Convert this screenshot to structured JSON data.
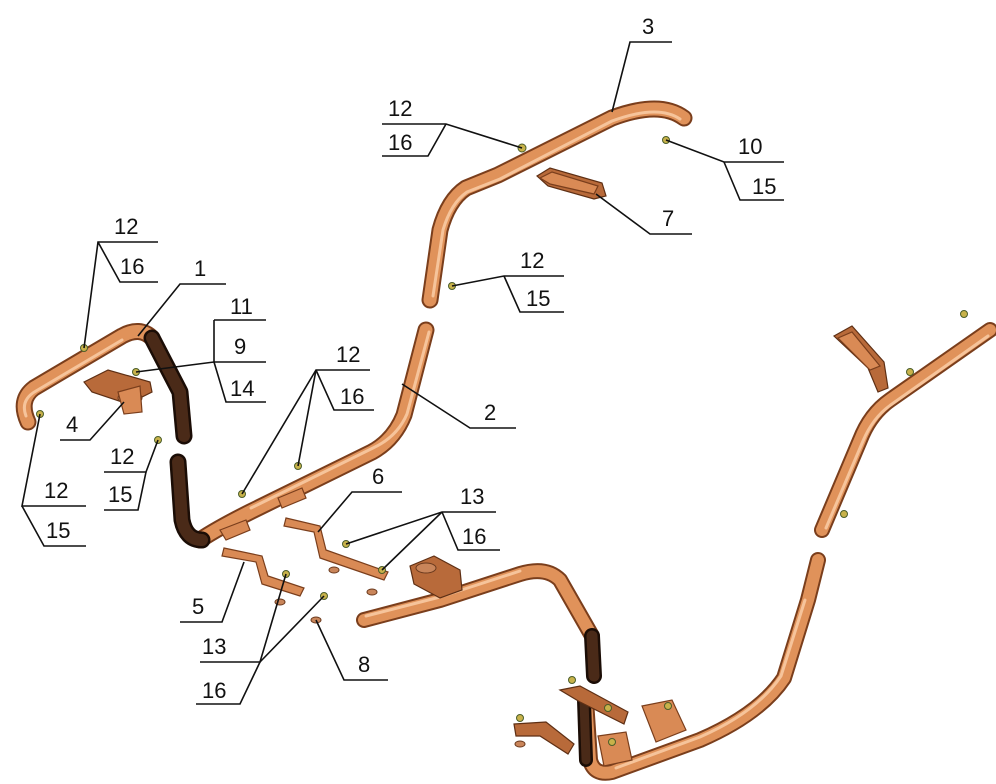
{
  "labels": {
    "l1": "1",
    "l2": "2",
    "l3": "3",
    "l4": "4",
    "l5": "5",
    "l6": "6",
    "l7": "7",
    "l8": "8",
    "l9": "9",
    "l10": "10",
    "l11": "11",
    "l14": "14",
    "l15_top_right": "15",
    "l12_top": "12",
    "l16_top": "16",
    "l12_mid": "12",
    "l15_mid": "15",
    "l12_left_top": "12",
    "l16_left_top": "16",
    "l12_left_mid": "12",
    "l15_left_mid": "15",
    "l12_left_low": "12",
    "l15_left_low": "15",
    "l12_center": "12",
    "l16_center": "16",
    "l13_right": "13",
    "l16_right": "16",
    "l13_bottom": "13",
    "l16_bottom": "16"
  },
  "colors": {
    "tube": "#e0925a",
    "tube_shadow": "#7a3e1c",
    "tube_highlight": "#f6c49b",
    "tube_dark_section": "#4a2a18",
    "bolt": "#c8b24a",
    "leader": "#111111"
  }
}
